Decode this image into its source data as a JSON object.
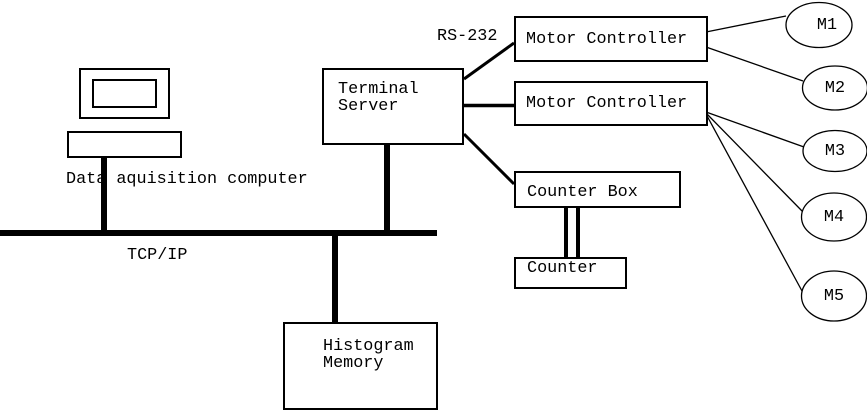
{
  "nodes": {
    "computer": {
      "label": "Data aquisition computer"
    },
    "terminal_server": {
      "label": "Terminal\nServer"
    },
    "motor_controller_1": {
      "label": "Motor Controller"
    },
    "motor_controller_2": {
      "label": "Motor Controller"
    },
    "counter_box": {
      "label": "Counter Box"
    },
    "counter": {
      "label": "Counter"
    },
    "histogram_memory": {
      "label": "Histogram\nMemory"
    },
    "motors": [
      {
        "label": "M1"
      },
      {
        "label": "M2"
      },
      {
        "label": "M3"
      },
      {
        "label": "M4"
      },
      {
        "label": "M5"
      }
    ]
  },
  "labels": {
    "network": "TCP/IP",
    "serial": "RS-232"
  },
  "colors": {
    "stroke": "#000000",
    "background": "#ffffff"
  }
}
